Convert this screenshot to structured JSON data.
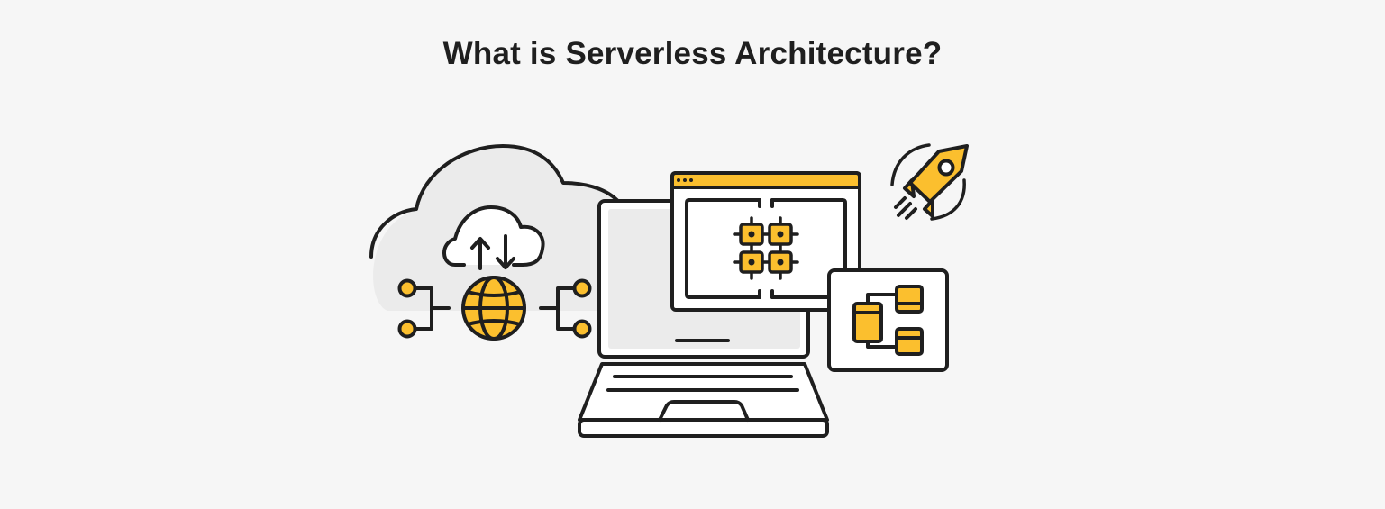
{
  "page": {
    "title": "What is Serverless Architecture?"
  },
  "illustration": {
    "description": "Serverless architecture concept: cloud with upload/download, globe network, laptop with app window showing modules, flow diagram panel, rocket",
    "elements": [
      {
        "name": "background-cloud",
        "icon": "cloud-icon"
      },
      {
        "name": "sync-cloud",
        "icon": "cloud-upload-download-icon"
      },
      {
        "name": "globe",
        "icon": "globe-icon"
      },
      {
        "name": "network-nodes-left",
        "icon": "network-node-icon"
      },
      {
        "name": "network-nodes-right",
        "icon": "network-node-icon"
      },
      {
        "name": "laptop",
        "icon": "laptop-icon"
      },
      {
        "name": "app-window",
        "icon": "browser-window-icon"
      },
      {
        "name": "module-grid",
        "icon": "chip-grid-icon"
      },
      {
        "name": "flow-diagram-panel",
        "icon": "flowchart-icon"
      },
      {
        "name": "rocket",
        "icon": "rocket-icon"
      }
    ]
  },
  "colors": {
    "background": "#f6f6f6",
    "accent": "#fbbf2e",
    "stroke": "#1f1f1f",
    "cloud_fill": "#ebebeb",
    "screen_fill": "#ebebeb",
    "panel_fill": "#ffffff"
  }
}
